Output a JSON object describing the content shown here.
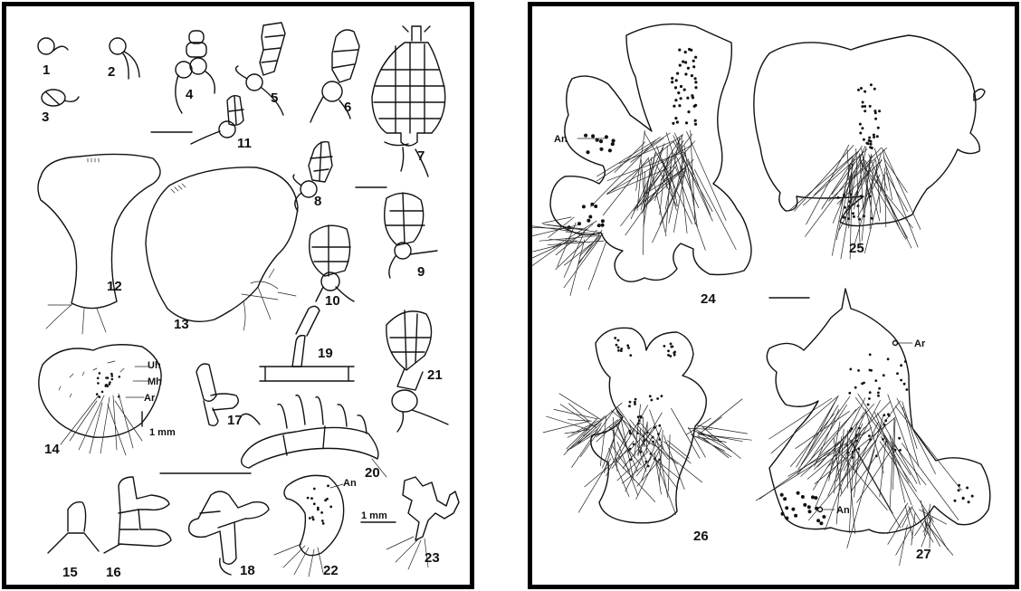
{
  "left_plate": {
    "figure_numbers": [
      "1",
      "2",
      "3",
      "4",
      "5",
      "6",
      "7",
      "8",
      "9",
      "10",
      "11",
      "12",
      "13",
      "14",
      "15",
      "16",
      "17",
      "18",
      "19",
      "20",
      "21",
      "22",
      "23"
    ],
    "labels": {
      "uh": "Uh",
      "mh": "Mh",
      "ar": "Ar",
      "an": "An",
      "scale_14": "1 mm",
      "scale_23": "1 mm"
    }
  },
  "right_plate": {
    "figure_numbers": [
      "24",
      "25",
      "26",
      "27"
    ],
    "labels": {
      "an_24": "An",
      "ar_27": "Ar",
      "an_27": "An"
    }
  }
}
